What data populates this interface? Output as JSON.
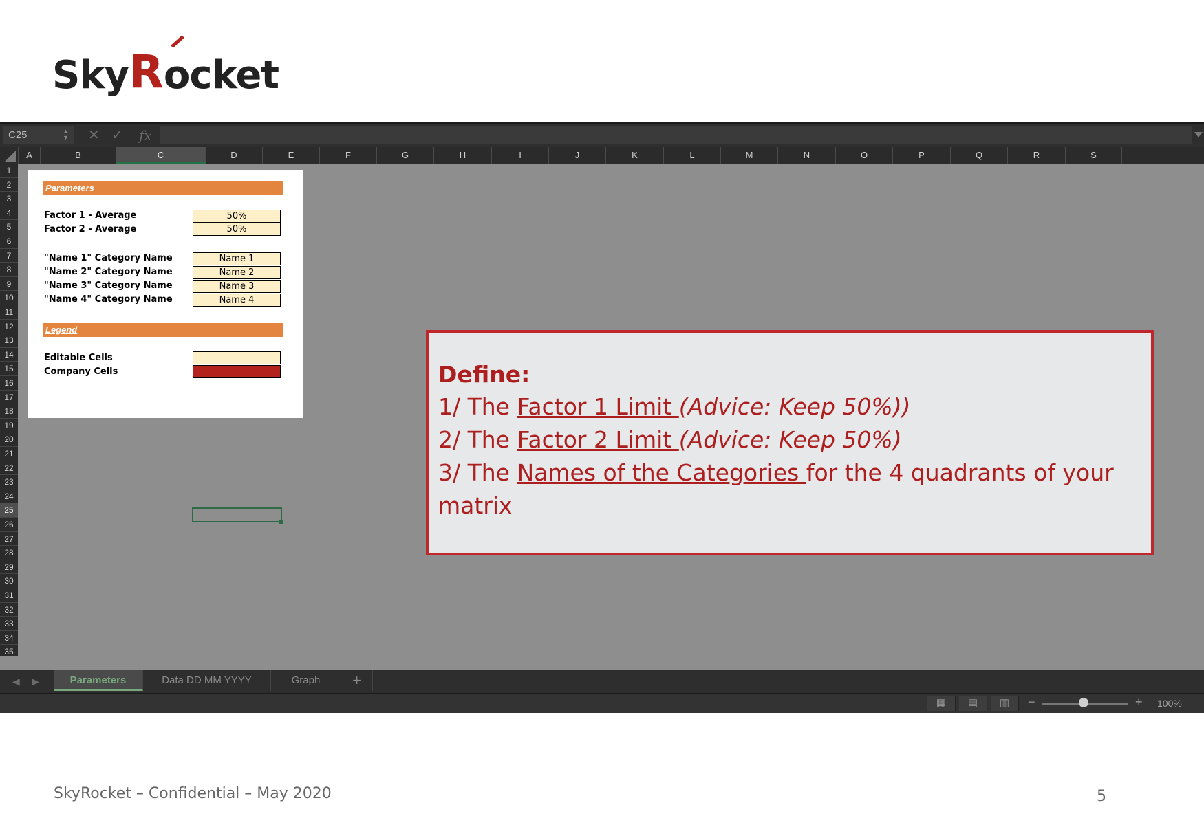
{
  "logo": {
    "part1": "Sky",
    "part2": "R",
    "part3": "ocket"
  },
  "formula_bar": {
    "cell_ref": "C25",
    "cancel_icon": "close-icon",
    "confirm_icon": "check-icon",
    "function_icon": "fx"
  },
  "columns": [
    "A",
    "B",
    "C",
    "D",
    "E",
    "F",
    "G",
    "H",
    "I",
    "J",
    "K",
    "L",
    "M",
    "N",
    "O",
    "P",
    "Q",
    "R",
    "S"
  ],
  "selected_column": "C",
  "rows": [
    "1",
    "2",
    "3",
    "4",
    "5",
    "6",
    "7",
    "8",
    "9",
    "10",
    "11",
    "12",
    "13",
    "14",
    "15",
    "16",
    "17",
    "18",
    "19",
    "20",
    "21",
    "22",
    "23",
    "24",
    "25",
    "26",
    "27",
    "28",
    "29",
    "30",
    "31",
    "32",
    "33",
    "34",
    "35"
  ],
  "selected_row": "25",
  "sheet": {
    "parameters_header": "Parameters",
    "factor1_label": "Factor 1 - Average",
    "factor1_value": "50%",
    "factor2_label": "Factor 2 - Average",
    "factor2_value": "50%",
    "categories": [
      {
        "label": "\"Name 1\" Category Name",
        "value": "Name 1"
      },
      {
        "label": "\"Name 2\" Category Name",
        "value": "Name 2"
      },
      {
        "label": "\"Name 3\" Category Name",
        "value": "Name 3"
      },
      {
        "label": "\"Name 4\" Category Name",
        "value": "Name 4"
      }
    ],
    "legend_header": "Legend",
    "editable_label": "Editable Cells",
    "company_label": "Company Cells",
    "editable_color": "#fdefc8",
    "company_color": "#b3221c",
    "header_color": "#e3853f"
  },
  "callout": {
    "title": "Define:",
    "line1_a": "1/ The ",
    "line1_b": "Factor 1 Limit ",
    "line1_c": "(Advice: Keep 50%))",
    "line2_a": "2/ The ",
    "line2_b": "Factor 2 Limit ",
    "line2_c": "(Advice: Keep 50%)",
    "line3_a": "3/ The ",
    "line3_b": "Names of the Categories ",
    "line3_c": "for the 4 quadrants of your matrix",
    "border_color": "#c0272d",
    "text_color": "#ad1f1f"
  },
  "tabs": [
    {
      "label": "Parameters",
      "active": true
    },
    {
      "label": "Data DD MM YYYY",
      "active": false
    },
    {
      "label": "Graph",
      "active": false
    }
  ],
  "tab_add_label": "+",
  "status": {
    "zoom": "100%",
    "minus": "−",
    "plus": "+"
  },
  "footer": {
    "left": "SkyRocket – Confidential – May 2020",
    "page": "5"
  }
}
